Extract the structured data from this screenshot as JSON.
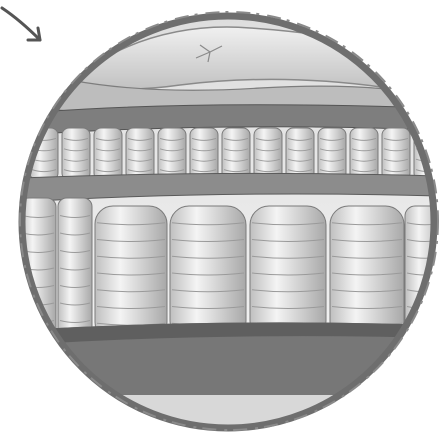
{
  "image": {
    "subject": "mattress-cross-section-illustration",
    "style": "grayscale-pencil-sketch",
    "frame": "circular-rough-brush-border",
    "pointer": "arrow-icon"
  },
  "colors": {
    "background": "#ffffff",
    "frame": "#707070",
    "topper": "#cfcfcf",
    "foam": "#8a8a8a",
    "coil": "#e4e4e4",
    "coil_line": "#9a9a9a",
    "base": "#6f6f6f"
  }
}
